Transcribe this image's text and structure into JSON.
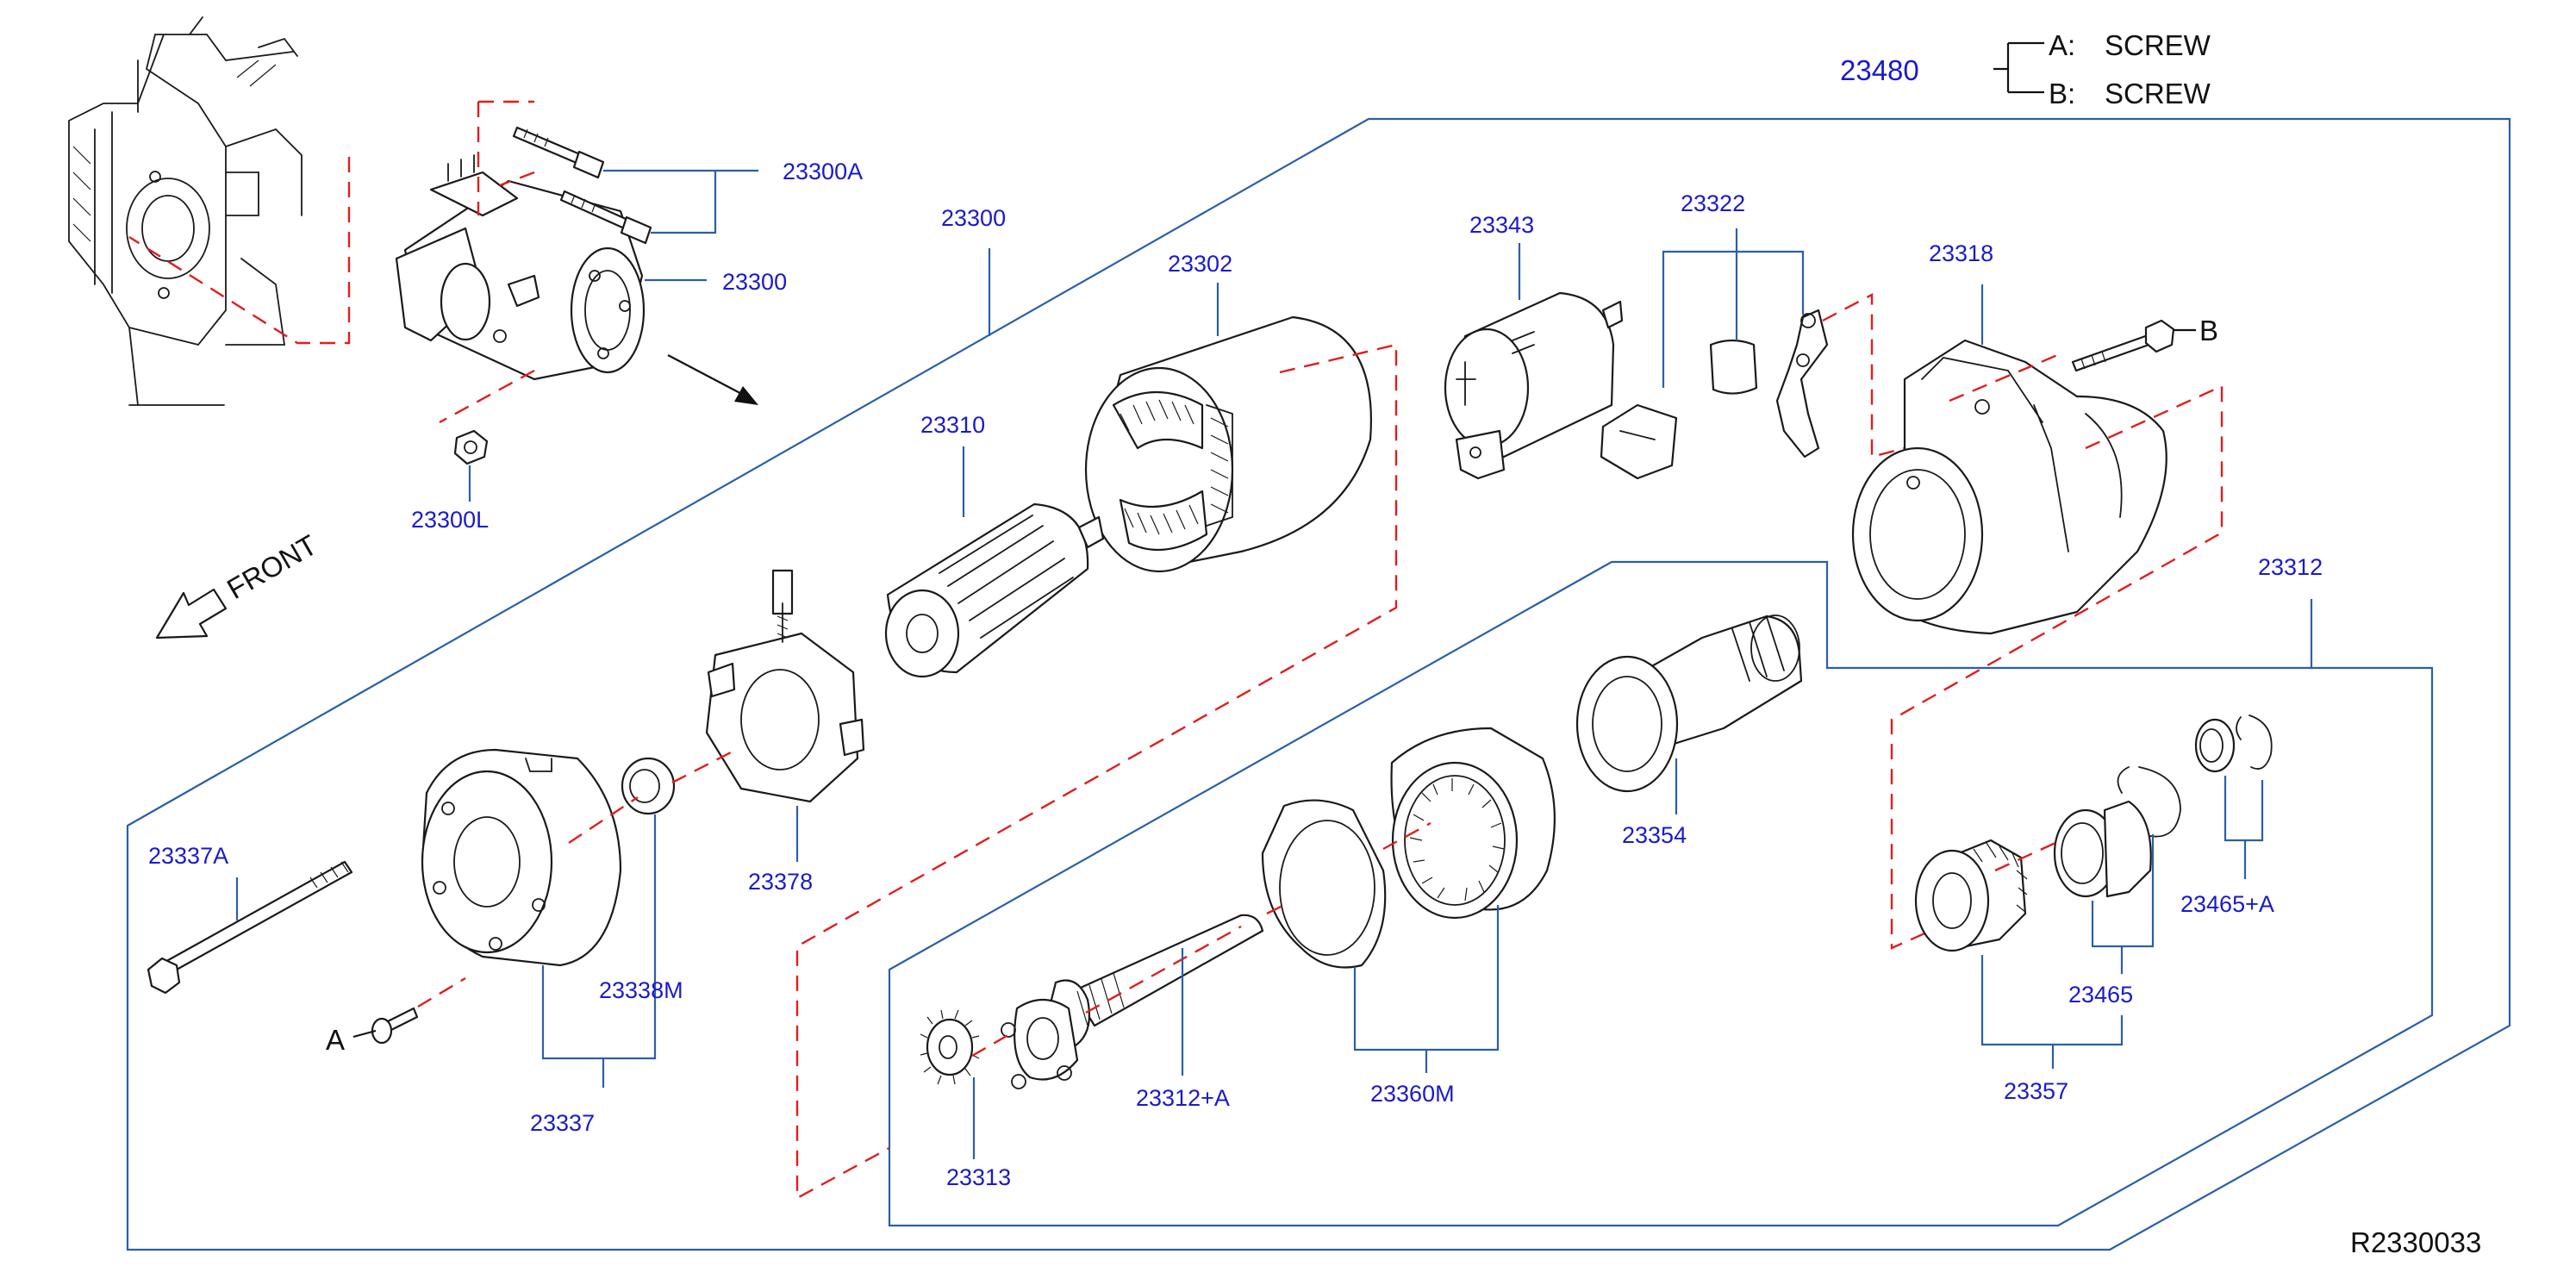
{
  "legend": {
    "part_number": "23480",
    "items": [
      {
        "key": "A:",
        "desc": "SCREW"
      },
      {
        "key": "B:",
        "desc": "SCREW"
      }
    ]
  },
  "direction_label": "FRONT",
  "reference_code": "R2330033",
  "callout_letters": {
    "a": "A",
    "b": "B"
  },
  "part_labels": {
    "p23300A": "23300A",
    "p23300_top": "23300",
    "p23300L": "23300L",
    "p23300_frame": "23300",
    "p23302": "23302",
    "p23343": "23343",
    "p23322": "23322",
    "p23318": "23318",
    "p23310": "23310",
    "p23378": "23378",
    "p23312": "23312",
    "p23337A": "23337A",
    "p23338M": "23338M",
    "p23337": "23337",
    "p23354": "23354",
    "p23465A": "23465+A",
    "p23465": "23465",
    "p23357": "23357",
    "p23360M": "23360M",
    "p23312A": "23312+A",
    "p23313": "23313"
  },
  "colors": {
    "part_number": "#1a1acc",
    "leader": "#2a5fa8",
    "alignment_dash": "#e01e1e",
    "linework": "#1a1a1a"
  }
}
